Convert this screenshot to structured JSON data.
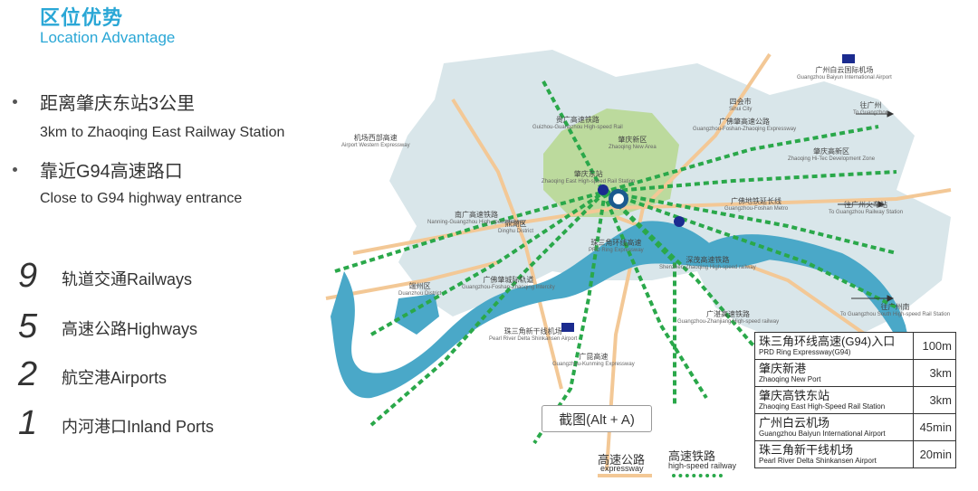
{
  "header": {
    "title_cn": "区位优势",
    "title_en": "Location Advantage"
  },
  "bullets": [
    {
      "cn": "距离肇庆东站3公里",
      "en": "3km to Zhaoqing East Railway Station"
    },
    {
      "cn": "靠近G94高速路口",
      "en": "Close to G94 highway entrance"
    }
  ],
  "stats": [
    {
      "num": "9",
      "label": "轨道交通Railways"
    },
    {
      "num": "5",
      "label": "高速公路Highways"
    },
    {
      "num": "2",
      "label": "航空港Airports"
    },
    {
      "num": "1",
      "label": "内河港口Inland Ports"
    }
  ],
  "map_labels": {
    "airport_gz_cn": "广州白云国际机场",
    "airport_gz_en": "Guangzhou Baiyun International Airport",
    "sihui_cn": "四会市",
    "sihui_en": "Sihui City",
    "to_gz_cn": "往广州",
    "to_gz_en": "To Guangzhou",
    "gg_rail_cn": "贵广高速铁路",
    "gg_rail_en": "Guizhou-Guangzhou High-speed Rail",
    "zq_new_cn": "肇庆新区",
    "zq_new_en": "Zhaoqing New Area",
    "gfz_exp_cn": "广佛肇高速公路",
    "gfz_exp_en": "Guangzhou-Foshan-Zhaoqing Expressway",
    "west_exp_cn": "机场西部高速",
    "west_exp_en": "Airport Western Expressway",
    "zq_hitech_cn": "肇庆高新区",
    "zq_hitech_en": "Zhaoqing Hi-Tec Development Zone",
    "zq_station_cn": "肇庆东站",
    "zq_station_en": "Zhaoqing East High-speed Rail Station",
    "gf_metro_cn": "广佛地铁延长线",
    "gf_metro_en": "Guangzhou-Foshan Metro",
    "to_gz_rail_cn": "往广州火车站",
    "to_gz_rail_en": "To Guangzhou Railway Station",
    "ng_rail_cn": "南广高速铁路",
    "ng_rail_en": "Nanning-Guangzhou High-speed railway",
    "dinghu_cn": "鼎湖区",
    "dinghu_en": "Dinghu District",
    "prd_ring_cn": "珠三角环线高速",
    "prd_ring_en": "PRD Ring Expressway",
    "sz_rail_cn": "深茂高速铁路",
    "sz_rail_en": "Shenzhen-Zhaoqing High-speed railway",
    "to_gz_south_cn": "往广州南",
    "to_gz_south_en": "To Guangzhou South High-speed Rail Station",
    "duanzhou_cn": "端州区",
    "duanzhou_en": "Duanzhou District",
    "gfzc_rail_cn": "广佛肇城际轨道",
    "gfzc_rail_en": "Guangzhou-Foshan-Zhaoqing Intercity",
    "gzz_rail_cn": "广湛高速铁路",
    "gzz_rail_en": "Guangzhou-Zhanjiang High-speed railway",
    "prd_airport_cn": "珠三角新干线机场",
    "prd_airport_en": "Pearl River Delta Shinkansen Airport",
    "gk_exp_cn": "广昆高速",
    "gk_exp_en": "Guangzhou-Kunming Expressway"
  },
  "tooltip": "截图(Alt + A)",
  "legend": {
    "expressway_cn": "高速公路",
    "expressway_en": "expressway",
    "rail_cn": "高速铁路",
    "rail_en": "high-speed railway",
    "expressway_color": "#f3c896",
    "rail_color": "#2aa84a"
  },
  "distances": [
    {
      "cn": "珠三角环线高速(G94)入口",
      "en": "PRD Ring Expressway(G94)",
      "val": "100m"
    },
    {
      "cn": "肇庆新港",
      "en": "Zhaoqing New Port",
      "val": "3km"
    },
    {
      "cn": "肇庆高铁东站",
      "en": "Zhaoqing East High-Speed Rail Station",
      "val": "3km"
    },
    {
      "cn": "广州白云机场",
      "en": "Guangzhou Baiyun International Airport",
      "val": "45min"
    },
    {
      "cn": "珠三角新干线机场",
      "en": "Pearl River Delta Shinkansen Airport",
      "val": "20min"
    }
  ],
  "colors": {
    "accent": "#2aa7d6",
    "land": "#d9e6ea",
    "river": "#4aa8c8",
    "new_area": "#b6d78f"
  }
}
